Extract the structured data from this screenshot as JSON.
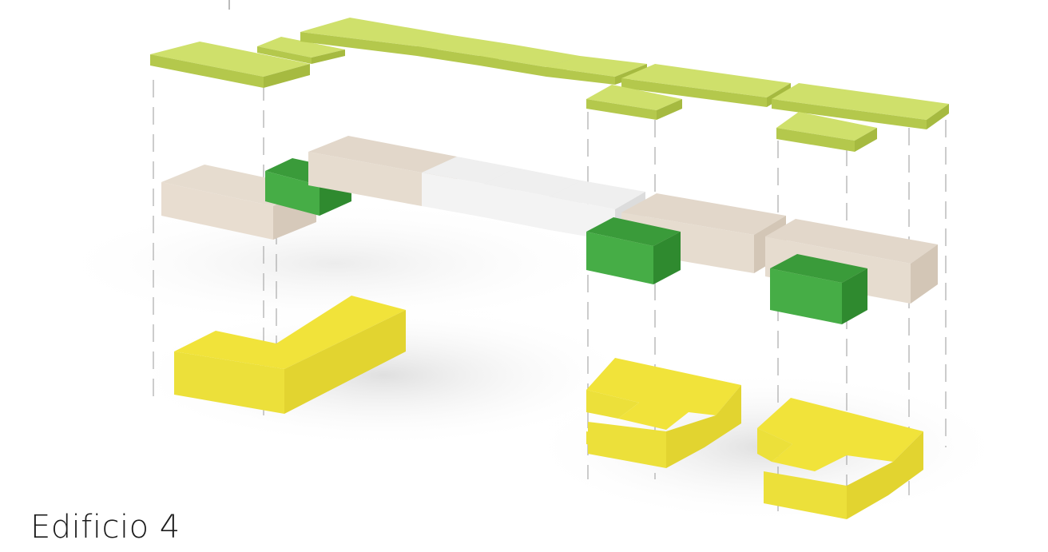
{
  "caption": "Edificio 4",
  "colors": {
    "roof": "#cfe06b",
    "floor_beige": "#e4d8ca",
    "floor_white": "#ececec",
    "floor_green": "#3fa43f",
    "base_yellow": "#f1e33a"
  },
  "layers": [
    {
      "name": "roof-layer",
      "color_key": "roof"
    },
    {
      "name": "floor-layer",
      "color_key": "floor_beige"
    },
    {
      "name": "base-layer",
      "color_key": "base_yellow"
    }
  ]
}
